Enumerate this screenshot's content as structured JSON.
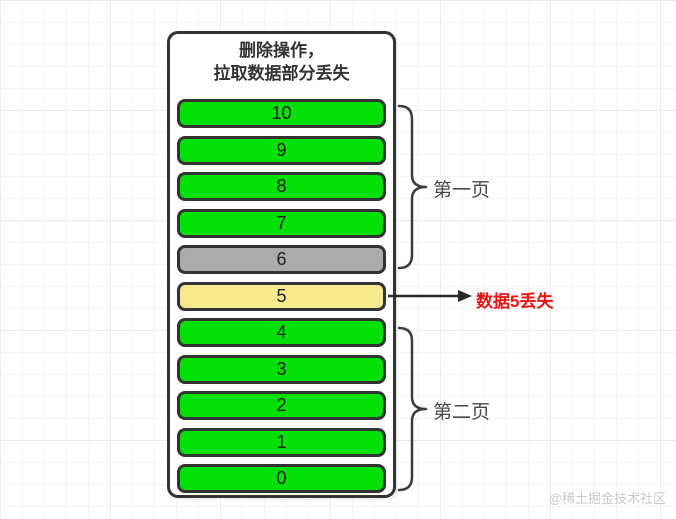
{
  "title": {
    "line1": "删除操作，",
    "line2": "拉取数据部分丢失"
  },
  "bars": [
    {
      "label": "10",
      "state": "normal"
    },
    {
      "label": "9",
      "state": "normal"
    },
    {
      "label": "8",
      "state": "normal"
    },
    {
      "label": "7",
      "state": "normal"
    },
    {
      "label": "6",
      "state": "deleted"
    },
    {
      "label": "5",
      "state": "lost"
    },
    {
      "label": "4",
      "state": "normal"
    },
    {
      "label": "3",
      "state": "normal"
    },
    {
      "label": "2",
      "state": "normal"
    },
    {
      "label": "1",
      "state": "normal"
    },
    {
      "label": "0",
      "state": "normal"
    }
  ],
  "colors": {
    "normal": "#00e005",
    "deleted": "#ababab",
    "lost": "#f7ea8e",
    "bar_border": "#333333",
    "brace": "#3d3d3d",
    "arrow": "#2a2a2a",
    "lost_text": "#ee1111"
  },
  "annotations": {
    "page1": "第一页",
    "page2": "第二页",
    "lost": "数据5丢失"
  },
  "watermark": "@稀土掘金技术社区"
}
